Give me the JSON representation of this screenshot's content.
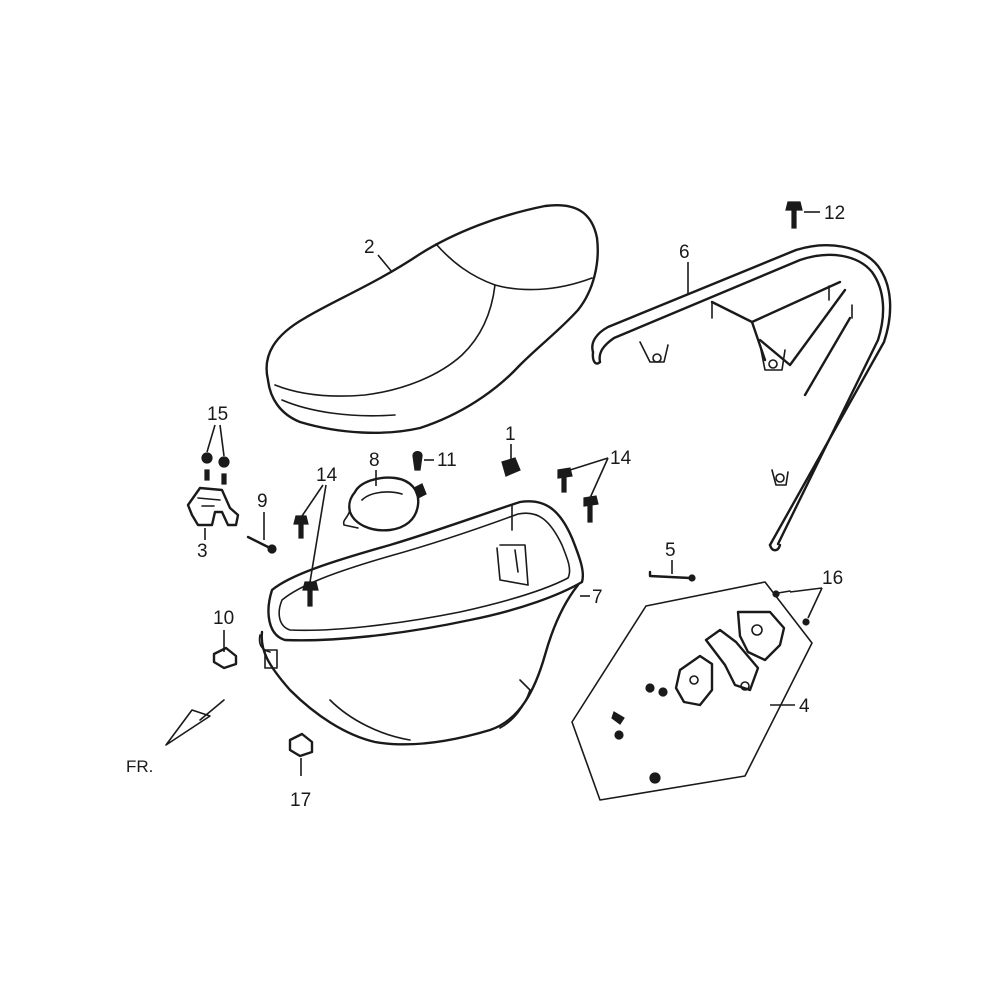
{
  "callouts": [
    {
      "id": "c1",
      "text": "1"
    },
    {
      "id": "c2",
      "text": "2"
    },
    {
      "id": "c3",
      "text": "3"
    },
    {
      "id": "c4",
      "text": "4"
    },
    {
      "id": "c5",
      "text": "5"
    },
    {
      "id": "c6",
      "text": "6"
    },
    {
      "id": "c7",
      "text": "7"
    },
    {
      "id": "c8",
      "text": "8"
    },
    {
      "id": "c9",
      "text": "9"
    },
    {
      "id": "c10",
      "text": "10"
    },
    {
      "id": "c11",
      "text": "11"
    },
    {
      "id": "c12",
      "text": "12"
    },
    {
      "id": "c14a",
      "text": "14"
    },
    {
      "id": "c14b",
      "text": "14"
    },
    {
      "id": "c15",
      "text": "15"
    },
    {
      "id": "c16",
      "text": "16"
    },
    {
      "id": "c17",
      "text": "17"
    }
  ],
  "front_marker": "FR."
}
